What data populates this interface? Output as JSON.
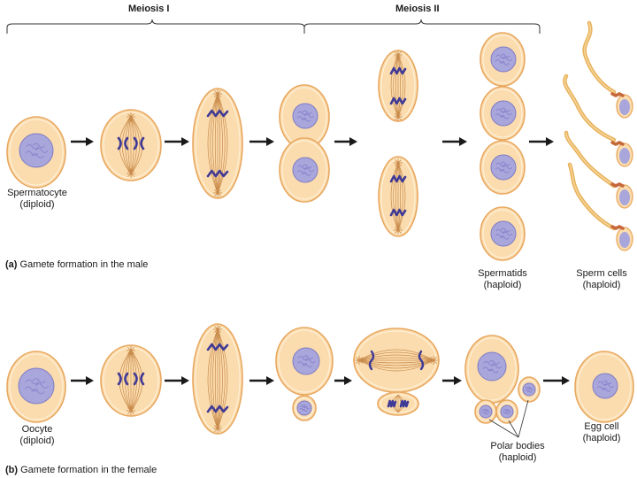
{
  "headers": {
    "meiosis_1": "Meiosis I",
    "meiosis_2": "Meiosis II"
  },
  "male": {
    "caption_letter": "(a)",
    "caption_text": "Gamete formation in the male",
    "spermatocyte_name": "Spermatocyte",
    "spermatocyte_ploidy": "(diploid)",
    "spermatids_name": "Spermatids",
    "spermatids_ploidy": "(haploid)",
    "sperm_name": "Sperm cells",
    "sperm_ploidy": "(haploid)"
  },
  "female": {
    "caption_letter": "(b)",
    "caption_text": "Gamete formation in the female",
    "oocyte_name": "Oocyte",
    "oocyte_ploidy": "(diploid)",
    "polar_name": "Polar bodies",
    "polar_ploidy": "(haploid)",
    "egg_name": "Egg cell",
    "egg_ploidy": "(haploid)"
  },
  "colors": {
    "cytoplasm": "#fbdcae",
    "membrane": "#e8a860",
    "nucleus": "#a9a6dc",
    "chromosome": "#3f3a96",
    "spindle": "#c88a4a",
    "sperm_tail": "#e8b25c",
    "sperm_head": "#c5683a",
    "arrow": "#1a1a1a"
  }
}
